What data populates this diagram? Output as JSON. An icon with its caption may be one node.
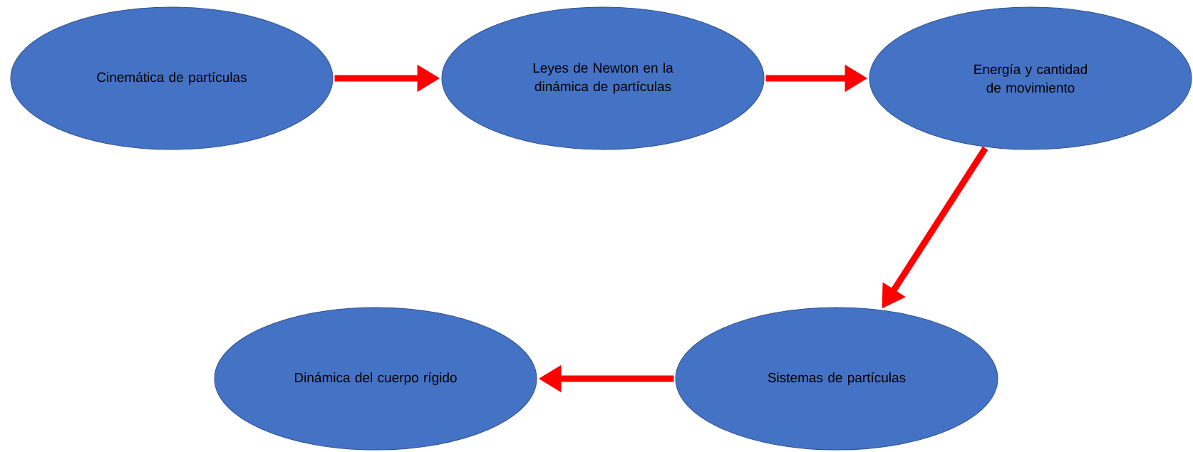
{
  "diagram": {
    "nodes": [
      {
        "text": [
          "Cinemática de partículas"
        ]
      },
      {
        "text": [
          "Leyes de Newton en la dinámica de partículas"
        ]
      },
      {
        "text": [
          "Energía y cantidad de movimiento"
        ]
      },
      {
        "text": [
          "Sistemas de partículas"
        ]
      },
      {
        "text": [
          "Dinámica del cuerpo rígido"
        ]
      }
    ],
    "edges": [
      {
        "from": 0,
        "to": 1,
        "arrow": "to"
      },
      {
        "from": 1,
        "to": 2,
        "arrow": "to"
      },
      {
        "from": 2,
        "to": 3,
        "arrow": "to"
      },
      {
        "from": 3,
        "to": 4,
        "arrow": "to"
      }
    ]
  }
}
